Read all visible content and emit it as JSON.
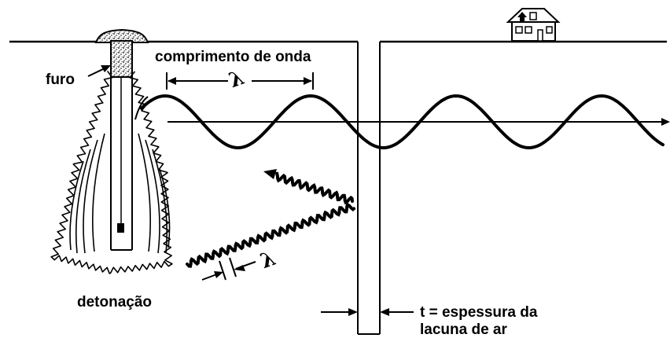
{
  "labels": {
    "borehole": "furo",
    "wavelength": "comprimento de onda",
    "detonation": "detonação",
    "thickness_line1": "t = espessura da",
    "thickness_line2": "lacuna de ar"
  },
  "symbols": {
    "lambda_upper": "λ",
    "lambda_lower": "λ"
  },
  "icons": [
    "house-icon",
    "explosive-charge-icon"
  ]
}
